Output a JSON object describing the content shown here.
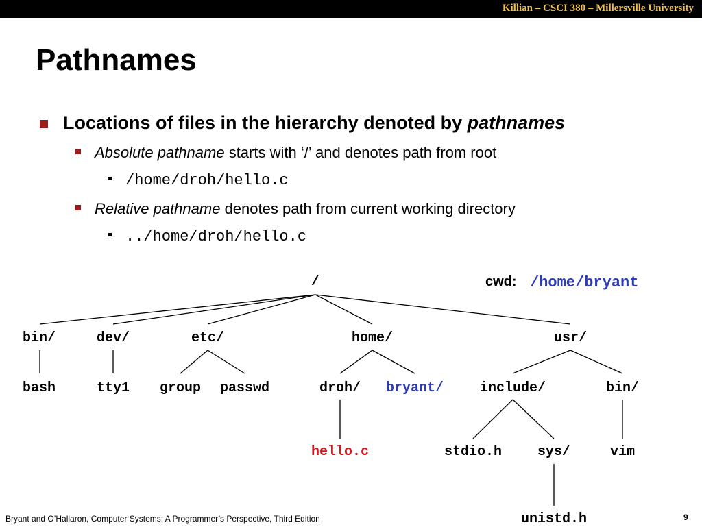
{
  "header": {
    "course": "Killian – CSCI 380 – Millersville University"
  },
  "slide": {
    "title": "Pathnames",
    "bullet1": {
      "text": "Locations of files in the hierarchy denoted by ",
      "emph": "pathnames"
    },
    "absolute": {
      "emph": "Absolute pathname",
      "text": " starts with ‘/’ and denotes path from root",
      "example": "/home/droh/hello.c"
    },
    "relative": {
      "emph": "Relative pathname",
      "text": " denotes path from current working directory",
      "example": "../home/droh/hello.c"
    },
    "cwd": {
      "label": "cwd:",
      "value": "/home/bryant"
    }
  },
  "tree": {
    "root": "/",
    "bin": "bin/",
    "dev": "dev/",
    "etc": "etc/",
    "home": "home/",
    "usr": "usr/",
    "bash": "bash",
    "tty1": "tty1",
    "group": "group",
    "passwd": "passwd",
    "droh": "droh/",
    "bryant": "bryant/",
    "include": "include/",
    "usrbin": "bin/",
    "hello": "hello.c",
    "stdio": "stdio.h",
    "sys": "sys/",
    "vim": "vim",
    "unistd": "unistd.h"
  },
  "colors": {
    "highlight_blue": "#2e3cb5",
    "highlight_red": "#d9151b",
    "accent": "#9b1c1c",
    "header_text": "#f2c14e"
  },
  "footer": {
    "citation": "Bryant and O’Hallaron, Computer Systems: A Programmer’s Perspective, Third Edition",
    "page": "9"
  }
}
